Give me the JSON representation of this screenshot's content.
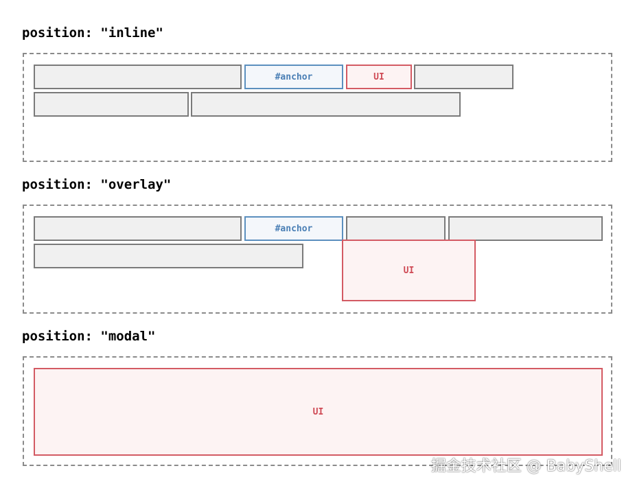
{
  "sections": [
    {
      "heading": "position: \"inline\"",
      "anchor_label": "#anchor",
      "ui_label": "UI"
    },
    {
      "heading": "position: \"overlay\"",
      "anchor_label": "#anchor",
      "ui_label": "UI"
    },
    {
      "heading": "position: \"modal\"",
      "ui_label": "UI"
    }
  ],
  "watermark": "掘金技术社区 @ BabyShell",
  "colors": {
    "anchor": "#4a7fb5",
    "ui": "#cf4a55",
    "placeholder_fill": "#f0f0f0",
    "placeholder_border": "#7a7a7a",
    "frame_border": "#8a8a8a"
  }
}
